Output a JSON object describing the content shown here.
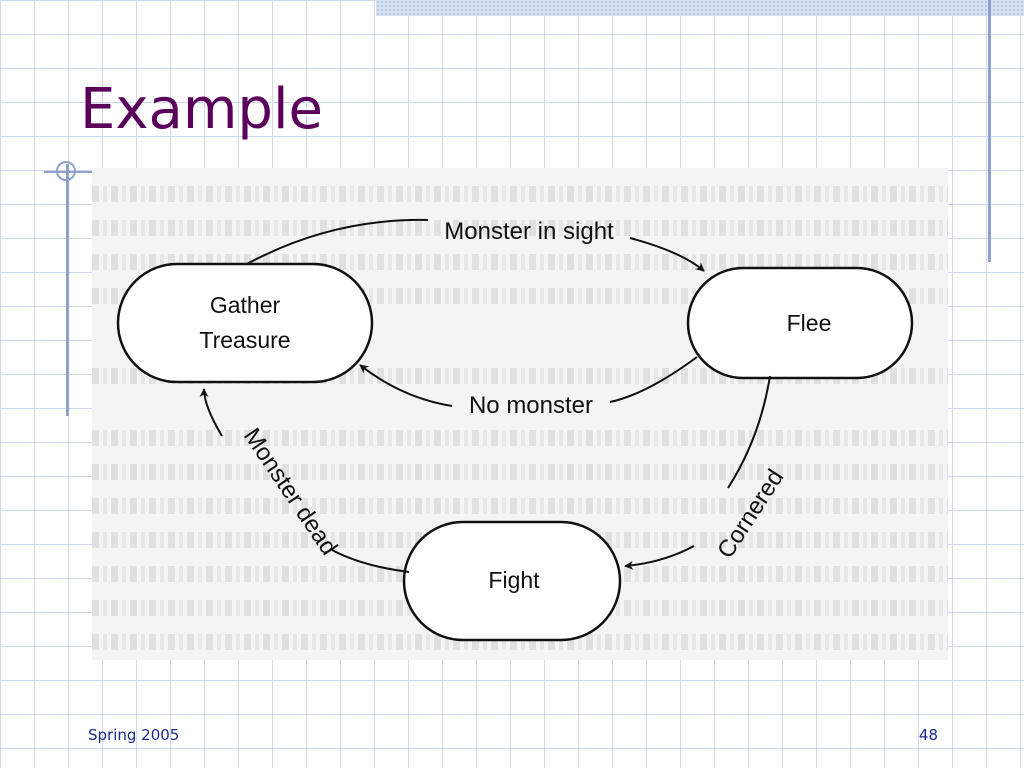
{
  "slide": {
    "title": "Example",
    "footer_left": "Spring 2005",
    "page_number": "48"
  },
  "diagram": {
    "states": {
      "gather_line1": "Gather",
      "gather_line2": "Treasure",
      "flee": "Flee",
      "fight": "Fight"
    },
    "transitions": {
      "monster_in_sight": "Monster in sight",
      "no_monster": "No monster",
      "monster_dead": "Monster dead",
      "cornered": "Cornered"
    }
  },
  "colors": {
    "title": "#5a005a",
    "footer": "#1a2a8c",
    "grid": "#cfd8ea",
    "accent_lines": "#8ea3cc"
  }
}
